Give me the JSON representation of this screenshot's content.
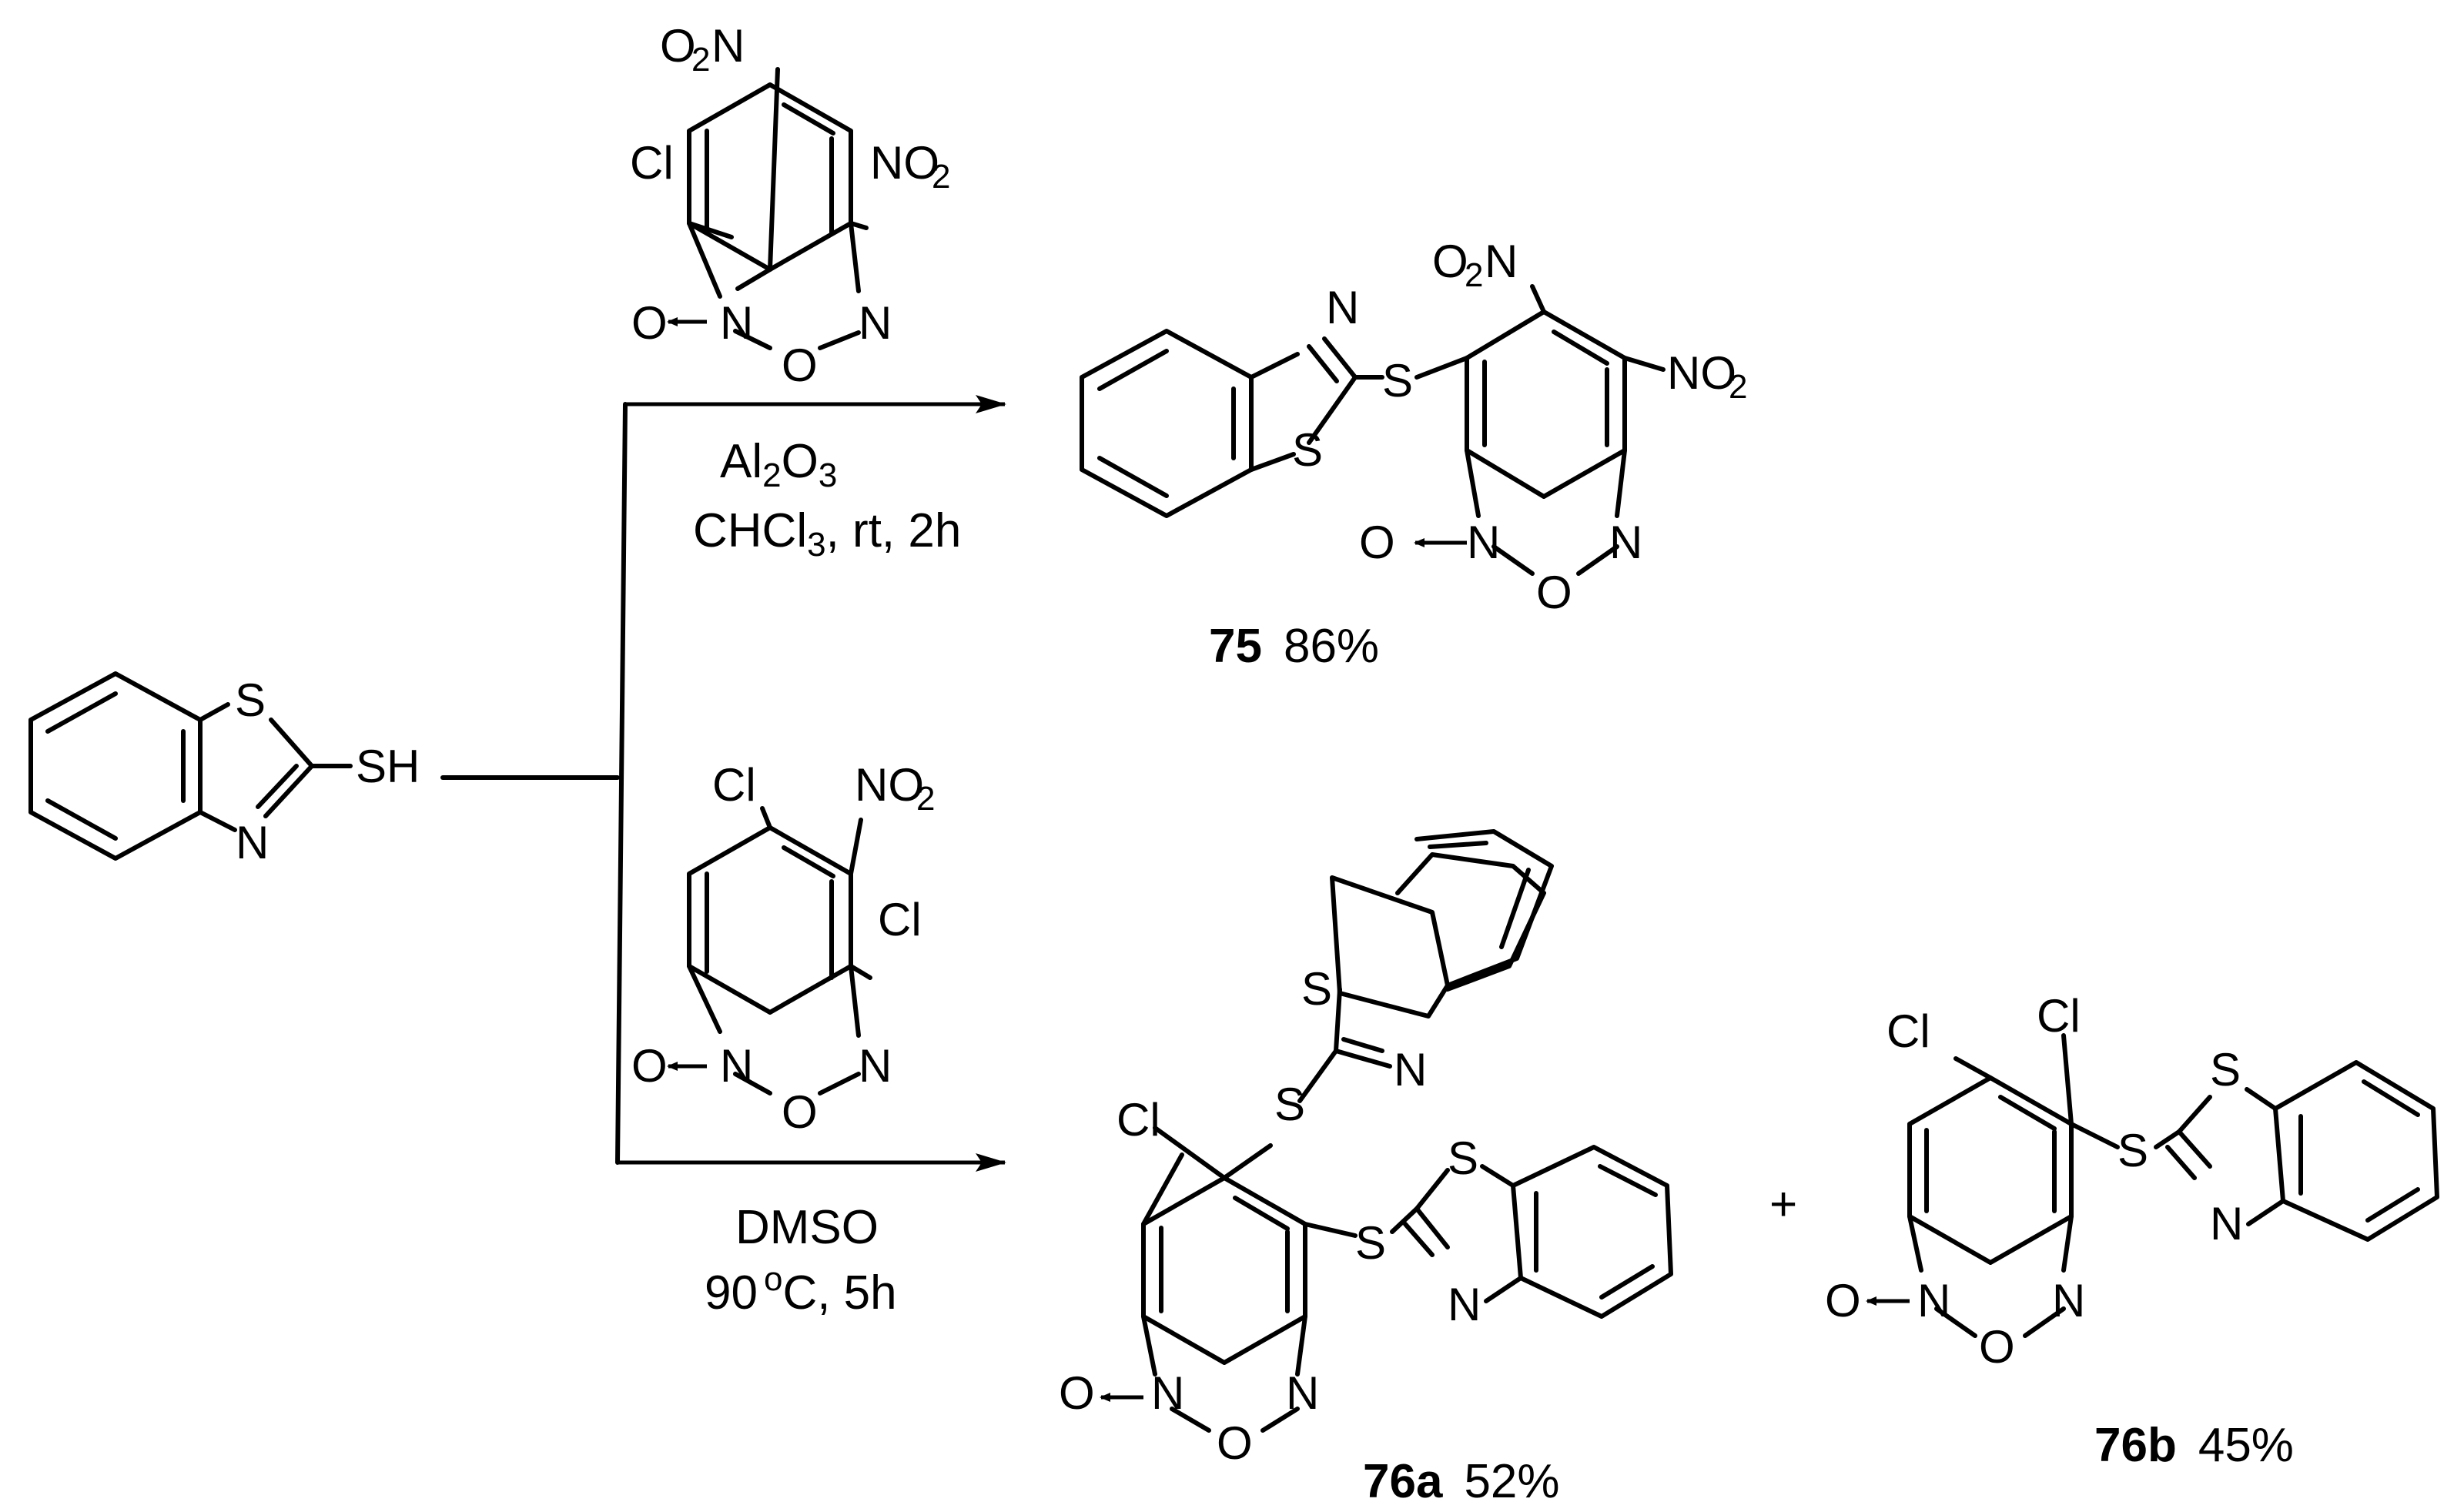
{
  "atoms": {
    "S": "S",
    "N": "N",
    "O": "O",
    "Cl": "Cl",
    "SH": "SH",
    "NO2_main": "NO",
    "O2_main": "O",
    "two": "2"
  },
  "top_reaction": {
    "reagent_line_main": "Al",
    "reagent_sub_1": "2",
    "reagent_main_2": "O",
    "reagent_sub_2": "3",
    "solvent_main": "CHCl",
    "solvent_sub": "3",
    "solvent_rest": ", rt, 2h",
    "product_number": "75",
    "product_yield": "86%"
  },
  "bottom_reaction": {
    "solvent": "DMSO",
    "temp_value": "90",
    "temp_degree": "o",
    "temp_rest": "C, 5h",
    "product_a_number": "76a",
    "product_a_yield": "52%",
    "plus": "+",
    "product_b_number": "76b",
    "product_b_yield": "45%"
  }
}
